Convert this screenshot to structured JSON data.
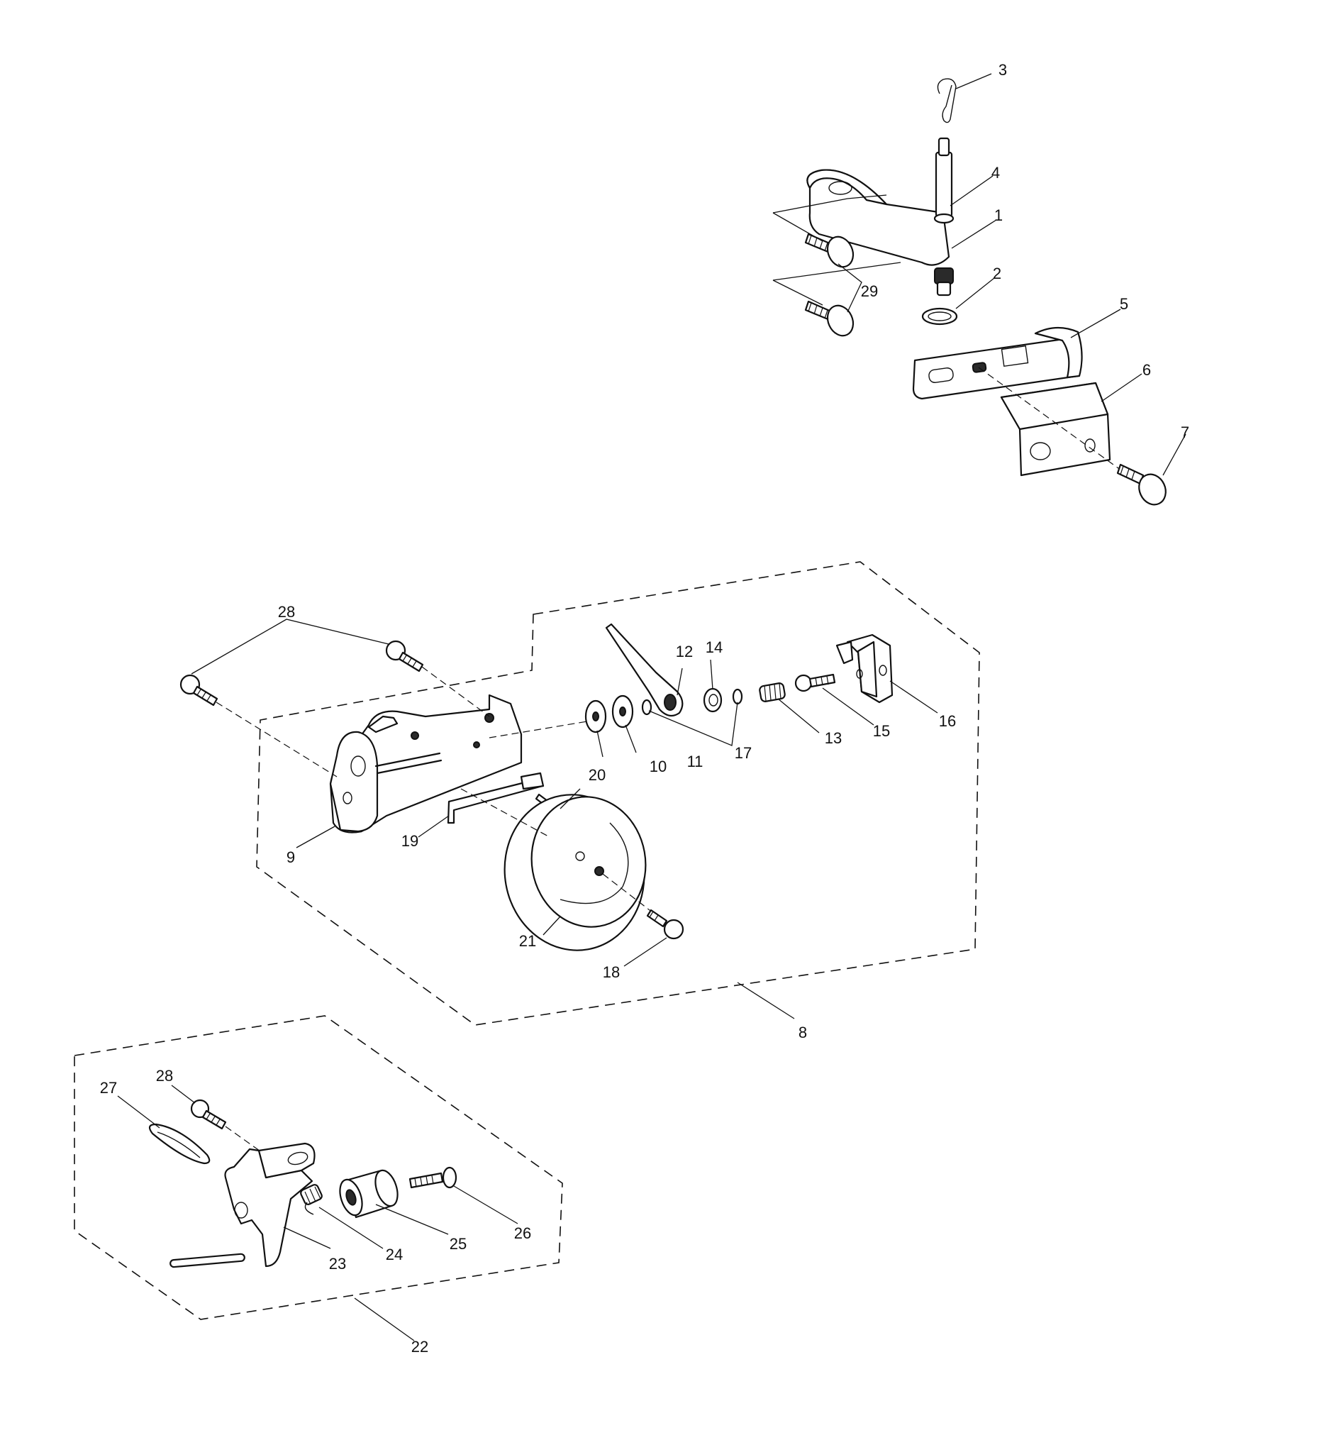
{
  "diagram": {
    "part_labels": [
      {
        "id": "p1",
        "text": "1"
      },
      {
        "id": "p2",
        "text": "2"
      },
      {
        "id": "p3",
        "text": "3"
      },
      {
        "id": "p4",
        "text": "4"
      },
      {
        "id": "p5",
        "text": "5"
      },
      {
        "id": "p6",
        "text": "6"
      },
      {
        "id": "p7",
        "text": "7"
      },
      {
        "id": "p8",
        "text": "8"
      },
      {
        "id": "p9",
        "text": "9"
      },
      {
        "id": "p10",
        "text": "10"
      },
      {
        "id": "p11",
        "text": "11"
      },
      {
        "id": "p12",
        "text": "12"
      },
      {
        "id": "p13",
        "text": "13"
      },
      {
        "id": "p14",
        "text": "14"
      },
      {
        "id": "p15",
        "text": "15"
      },
      {
        "id": "p16",
        "text": "16"
      },
      {
        "id": "p17",
        "text": "17"
      },
      {
        "id": "p18",
        "text": "18"
      },
      {
        "id": "p19",
        "text": "19"
      },
      {
        "id": "p20",
        "text": "20"
      },
      {
        "id": "p21",
        "text": "21"
      },
      {
        "id": "p22",
        "text": "22"
      },
      {
        "id": "p23",
        "text": "23"
      },
      {
        "id": "p24",
        "text": "24"
      },
      {
        "id": "p25",
        "text": "25"
      },
      {
        "id": "p26",
        "text": "26"
      },
      {
        "id": "p27",
        "text": "27"
      },
      {
        "id": "p28a",
        "text": "28"
      },
      {
        "id": "p28b",
        "text": "28"
      },
      {
        "id": "p29",
        "text": "29"
      }
    ]
  }
}
